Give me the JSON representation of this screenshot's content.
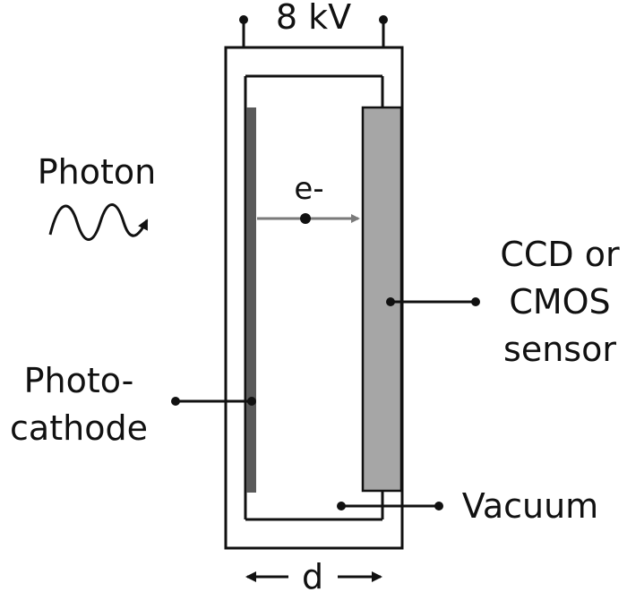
{
  "labels": {
    "voltage": "8 kV",
    "photon": "Photon",
    "electron": "e-",
    "sensor_line1": "CCD or",
    "sensor_line2": "CMOS",
    "sensor_line3": "sensor",
    "photocathode_line1": "Photo-",
    "photocathode_line2": "cathode",
    "vacuum": "Vacuum",
    "gap": "d"
  },
  "colors": {
    "frame": "#111111",
    "photocathode": "#5a5a5a",
    "sensor": "#a6a6a6",
    "electron_arrow": "#7a7a7a",
    "text": "#111111"
  }
}
